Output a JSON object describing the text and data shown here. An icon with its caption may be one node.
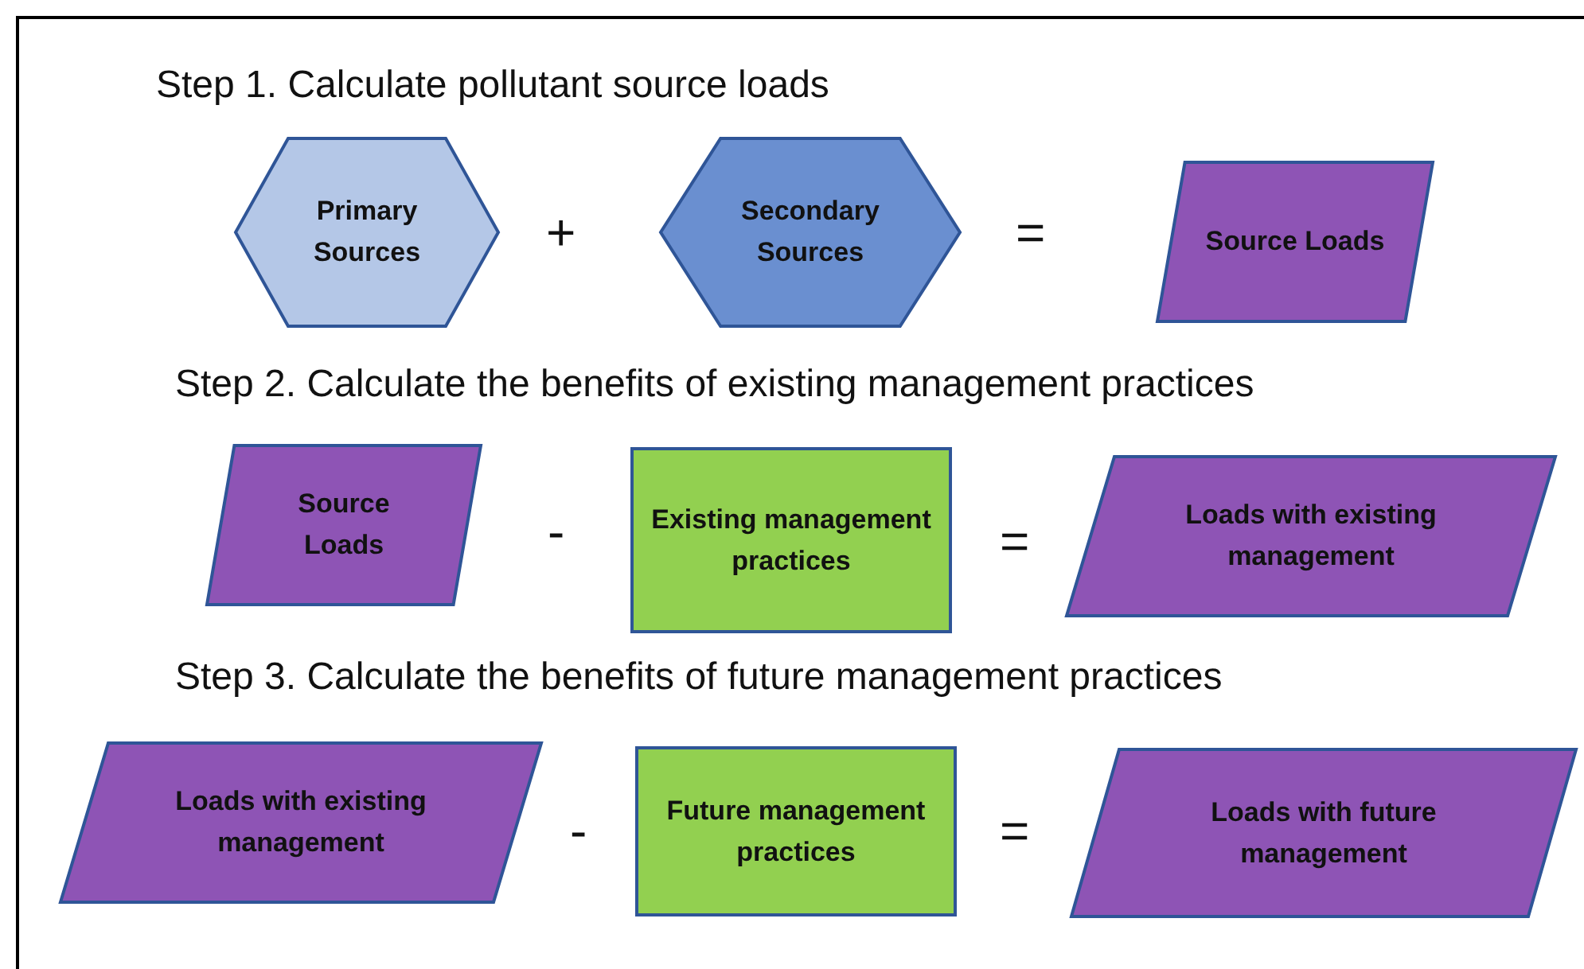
{
  "diagram": {
    "nodes": [
      {
        "text": [
          "Primary Sources"
        ]
      },
      {
        "text": [
          "Secondary Sources"
        ]
      },
      {
        "text": [
          "Source Loads"
        ]
      },
      {
        "text": [
          "Source Loads"
        ]
      },
      {
        "text": [
          "Existing management practices"
        ]
      },
      {
        "text": [
          "Loads with existing management"
        ]
      },
      {
        "text": [
          "Loads with existing management"
        ]
      },
      {
        "text": [
          "Future management practices"
        ]
      },
      {
        "text": [
          "Loads with future management"
        ]
      }
    ],
    "edges": [],
    "labels": [
      "Step 1. Calculate pollutant source loads",
      "+",
      "=",
      "Step 2. Calculate the benefits of existing management practices",
      "-",
      "=",
      "Step 3. Calculate the benefits of future management practices",
      "-",
      "="
    ]
  }
}
